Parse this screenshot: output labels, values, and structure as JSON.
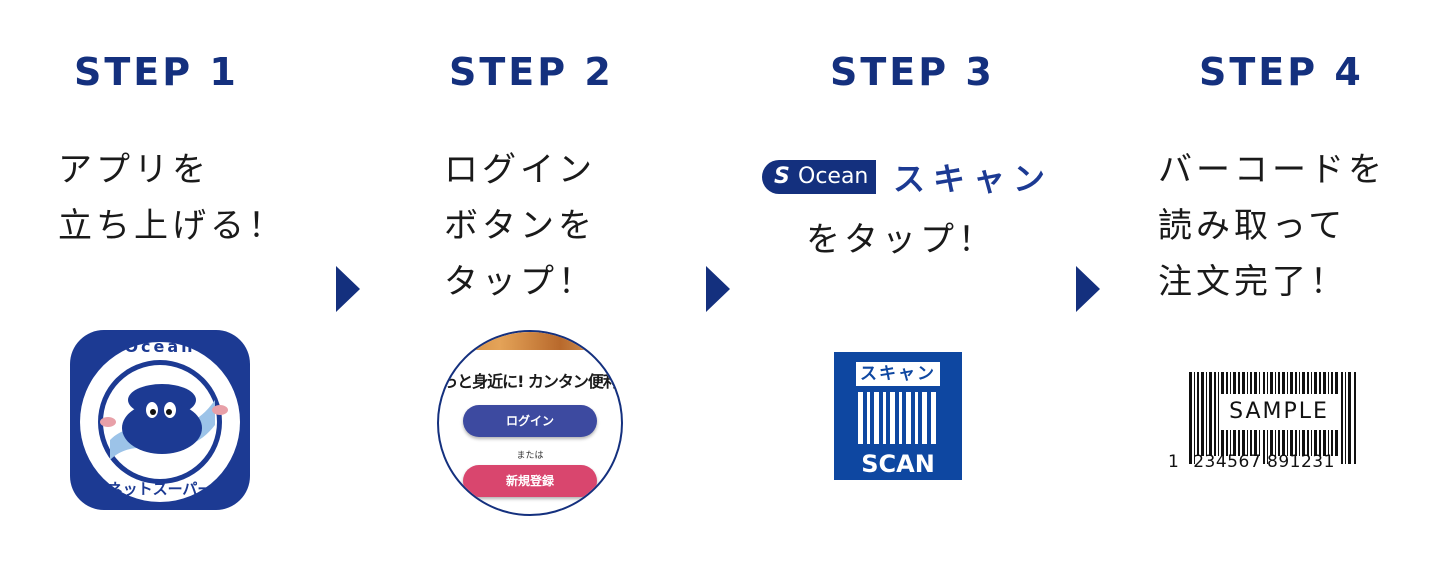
{
  "steps": [
    {
      "title": "STEP 1",
      "desc": [
        "アプリを",
        "立ち上げる！"
      ]
    },
    {
      "title": "STEP 2",
      "desc": [
        "ログイン",
        "ボタンを",
        "タップ！"
      ]
    },
    {
      "title": "STEP 3",
      "desc": [
        "をタップ！"
      ]
    },
    {
      "title": "STEP 4",
      "desc": [
        "バーコードを",
        "読み取って",
        "注文完了！"
      ]
    }
  ],
  "app_icon": {
    "brand": "Ocean",
    "sub": "ネットスーパー"
  },
  "phone": {
    "tagline": "っと身近に! カンタン便利",
    "login": "ログイン",
    "or": "または",
    "signup": "新規登録"
  },
  "ocean_scan": {
    "logo_text": "Ocean",
    "scan_word": "スキャン"
  },
  "scan_icon": {
    "top": "スキャン",
    "bottom": "SCAN"
  },
  "barcode": {
    "label": "SAMPLE",
    "first_digit": "1",
    "digits": "234567 891231"
  },
  "colors": {
    "navy": "#14307e",
    "scan_blue": "#0e47a1",
    "login": "#3d4aa0",
    "signup": "#d9466e"
  }
}
